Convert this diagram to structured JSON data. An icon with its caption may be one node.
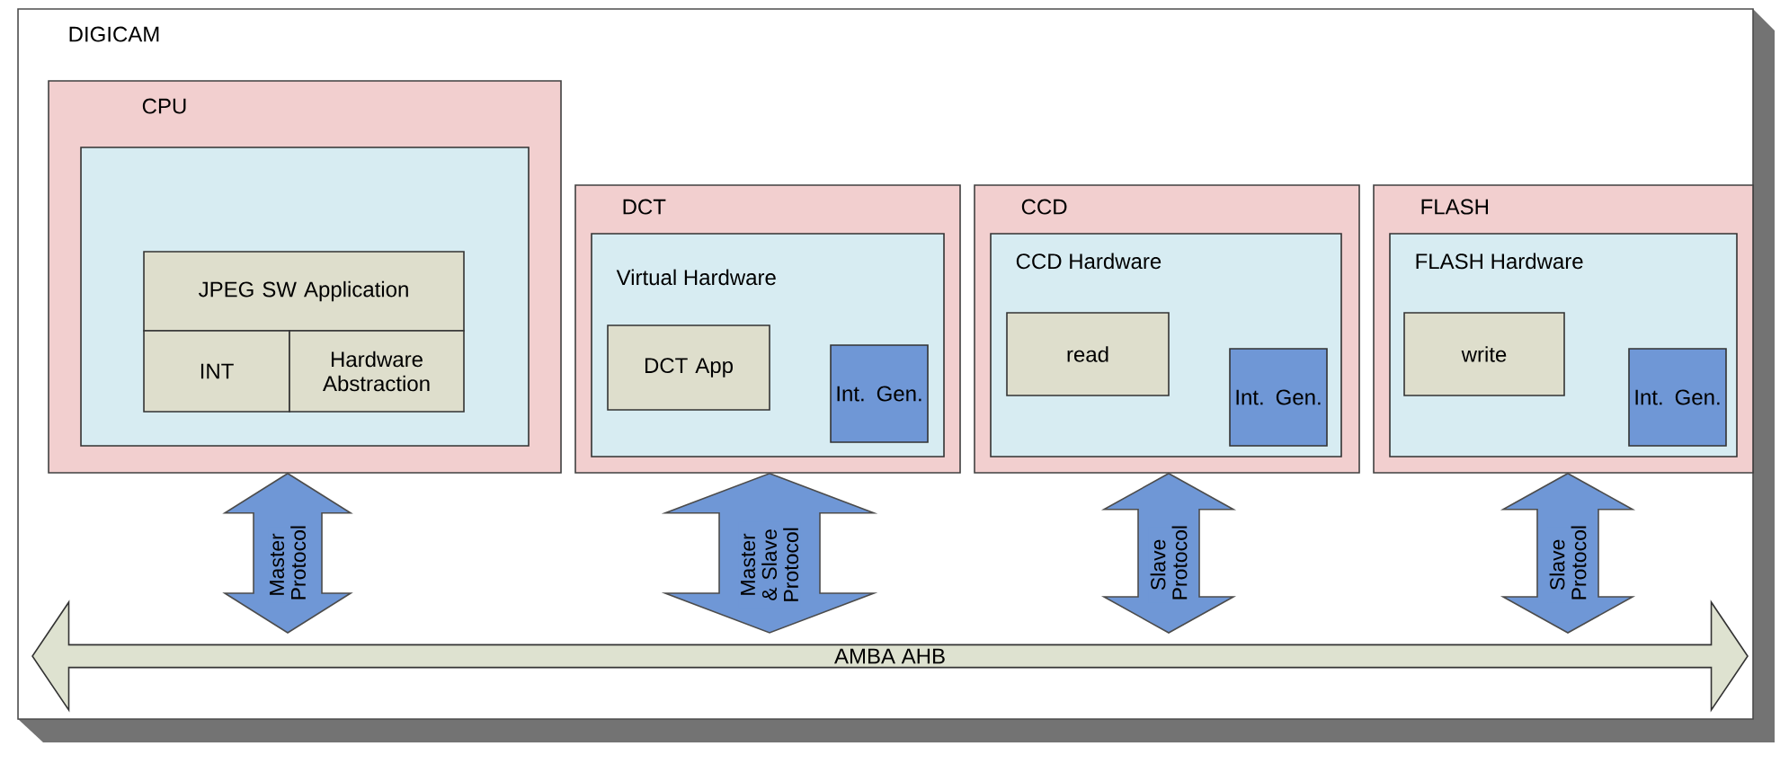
{
  "diagram": {
    "nodes": [
      {
        "text": [
          "DIGICAM"
        ]
      },
      {
        "text": [
          "CPU"
        ],
        "in": 0
      },
      {
        "text": [],
        "shape": "box",
        "in": 1
      },
      {
        "text": [
          "JPEG SW Application"
        ],
        "in": 2
      },
      {
        "text": [
          "INT"
        ],
        "in": 2
      },
      {
        "text": [
          "Hardware Abstraction"
        ],
        "in": 2
      },
      {
        "text": [
          "DCT"
        ],
        "in": 0
      },
      {
        "text": [
          "Virtual Hardware"
        ],
        "in": 6
      },
      {
        "text": [
          "DCT App"
        ],
        "in": 7
      },
      {
        "text": [
          "Int. Gen."
        ],
        "in": 7
      },
      {
        "text": [
          "CCD"
        ],
        "in": 0
      },
      {
        "text": [
          "CCD Hardware"
        ],
        "in": 10
      },
      {
        "text": [
          "read"
        ],
        "in": 11
      },
      {
        "text": [
          "Int. Gen."
        ],
        "in": 11
      },
      {
        "text": [
          "FLASH"
        ],
        "in": 0
      },
      {
        "text": [
          "FLASH Hardware"
        ],
        "in": 14
      },
      {
        "text": [
          "write"
        ],
        "in": 15
      },
      {
        "text": [
          "Int. Gen."
        ],
        "in": 15
      },
      {
        "text": [
          "AMBA AHB"
        ],
        "in": 0
      }
    ],
    "edges": [
      {
        "from": 1,
        "to": 18,
        "arrow": "both",
        "label": "Master Protocol"
      },
      {
        "from": 6,
        "to": 18,
        "arrow": "both",
        "label": "Master & Slave Protocol"
      },
      {
        "from": 10,
        "to": 18,
        "arrow": "both",
        "label": "Slave Protocol"
      },
      {
        "from": 14,
        "to": 18,
        "arrow": "both",
        "label": "Slave Protocol"
      }
    ]
  }
}
